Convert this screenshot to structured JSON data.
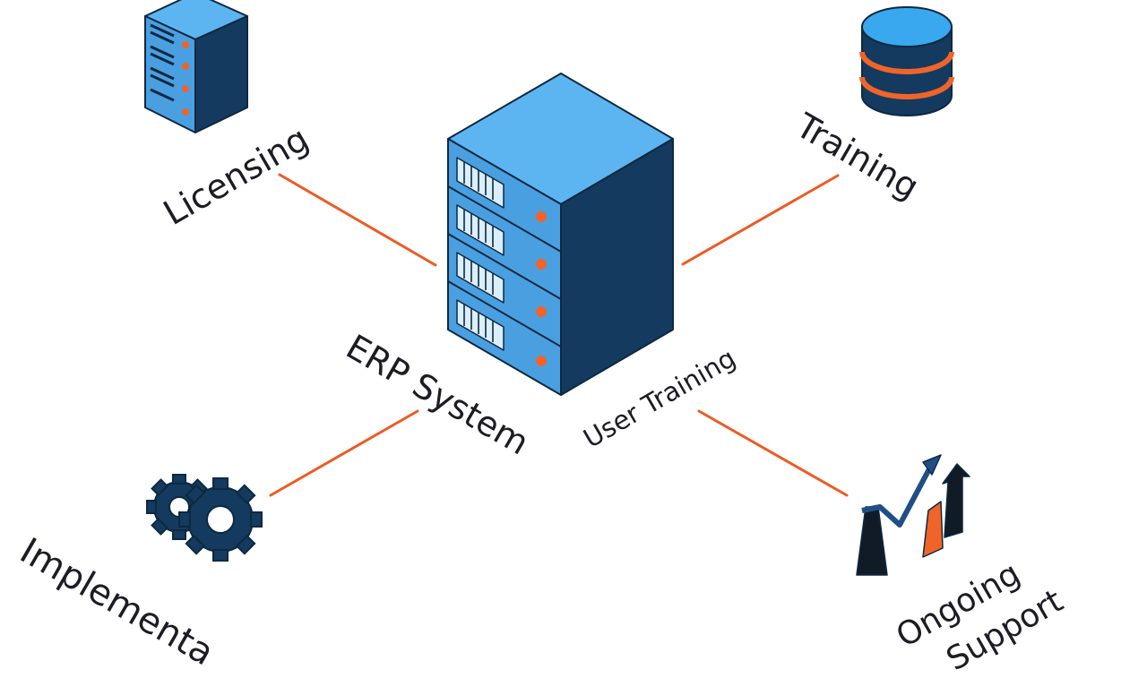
{
  "diagram": {
    "center_node": {
      "label": "ERP System",
      "icon": "server-rack-icon"
    },
    "center_caption": "User Training",
    "nodes": [
      {
        "id": "licensing",
        "label": "Licensing",
        "icon": "server-icon"
      },
      {
        "id": "training",
        "label": "Training",
        "icon": "database-icon"
      },
      {
        "id": "implementation",
        "label": "Implementa",
        "icon": "gears-icon"
      },
      {
        "id": "ongoing_support",
        "label_line1": "Ongoing",
        "label_line2": "Support",
        "icon": "growth-chart-icon"
      }
    ]
  },
  "colors": {
    "connector": "#ee5a24",
    "server_front": "#4a9fe0",
    "server_top": "#5cb5f0",
    "server_side": "#143a5f",
    "outline": "#0d2940",
    "accent_orange": "#f0642a",
    "text": "#1c1c24"
  }
}
